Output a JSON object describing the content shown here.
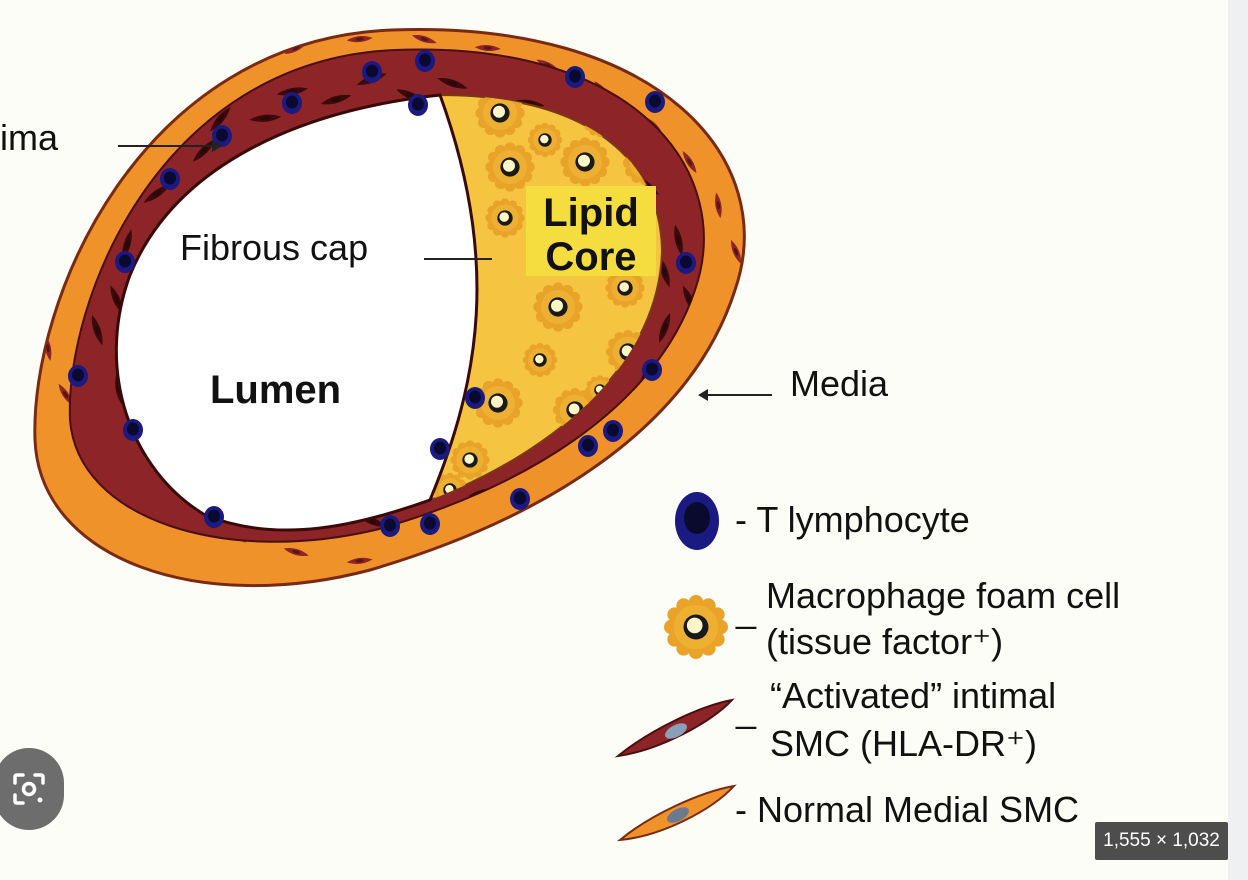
{
  "diagram": {
    "labels": {
      "intima": "Intima",
      "fibrous_cap": "Fibrous cap",
      "lipid_core_line1": "Lipid",
      "lipid_core_line2": "Core",
      "lumen": "Lumen",
      "media": "Media"
    },
    "legend": [
      {
        "icon": "t-lymphocyte-icon",
        "lines": [
          "- T lymphocyte"
        ]
      },
      {
        "icon": "macrophage-foam-cell-icon",
        "lines": [
          "Macrophage foam cell",
          "(tissue factor⁺)"
        ]
      },
      {
        "icon": "activated-smc-icon",
        "lines": [
          "“Activated” intimal",
          "SMC (HLA-DR⁺)"
        ]
      },
      {
        "icon": "normal-smc-icon",
        "lines": [
          "- Normal Medial SMC"
        ]
      }
    ],
    "colors": {
      "media_orange": "#f0922a",
      "intima_red": "#8c2428",
      "lipid_yellow": "#f5c441",
      "lymphocyte_blue": "#1a1a82",
      "label_yellow": "#f5dd40"
    }
  },
  "overlay": {
    "image_size": "1,555 × 1,032",
    "lens_icon": "lens-icon"
  }
}
